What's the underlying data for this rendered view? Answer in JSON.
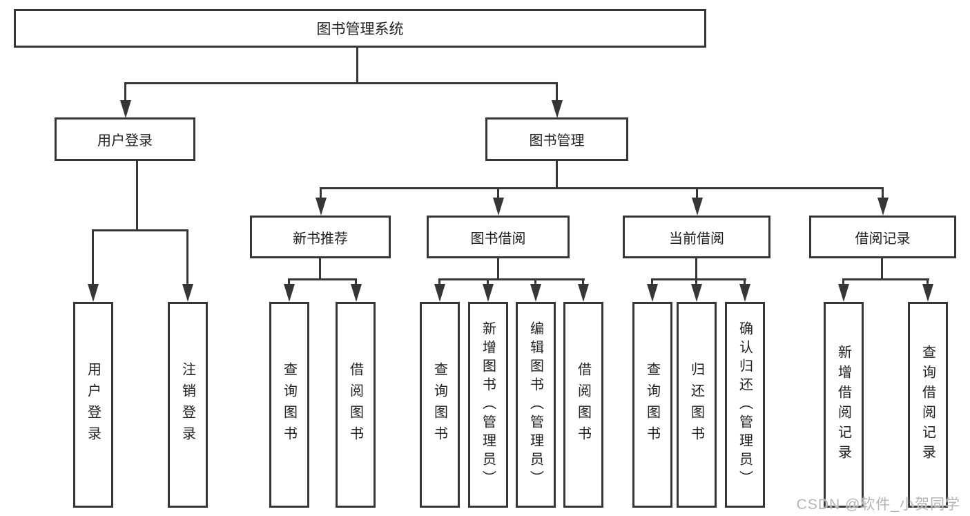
{
  "tree": {
    "root": {
      "label": "图书管理系统",
      "children": [
        {
          "label": "用户登录",
          "children": [
            {
              "label": "用户登录"
            },
            {
              "label": "注销登录"
            }
          ]
        },
        {
          "label": "图书管理",
          "children": [
            {
              "label": "新书推荐",
              "children": [
                {
                  "label": "查询图书"
                },
                {
                  "label": "借阅图书"
                }
              ]
            },
            {
              "label": "图书借阅",
              "children": [
                {
                  "label": "查询图书"
                },
                {
                  "label": "新增图书（管理员）"
                },
                {
                  "label": "编辑图书（管理员）"
                },
                {
                  "label": "借阅图书"
                }
              ]
            },
            {
              "label": "当前借阅",
              "children": [
                {
                  "label": "查询图书"
                },
                {
                  "label": "归还图书"
                },
                {
                  "label": "确认归还（管理员）"
                }
              ]
            },
            {
              "label": "借阅记录",
              "children": [
                {
                  "label": "新增借阅记录"
                },
                {
                  "label": "查询借阅记录"
                }
              ]
            }
          ]
        }
      ]
    }
  },
  "watermark": {
    "text": "CSDN @软件_小贺同学"
  },
  "colors": {
    "line": "#363636",
    "box_background": "#ffffff",
    "text": "#222222",
    "watermark": "#b5b5b5"
  }
}
